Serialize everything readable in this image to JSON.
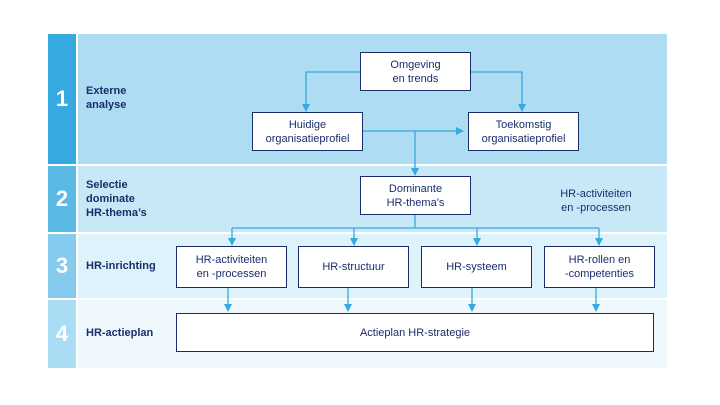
{
  "rows": [
    {
      "number": "1",
      "label": "Externe\nanalyse"
    },
    {
      "number": "2",
      "label": "Selectie\ndominate\nHR-thema’s"
    },
    {
      "number": "3",
      "label": "HR-inrichting"
    },
    {
      "number": "4",
      "label": "HR-actieplan"
    }
  ],
  "boxes": {
    "omgeving": "Omgeving\nen trends",
    "huidige": "Huidige\norganisatieprofiel",
    "toekomstig": "Toekomstig\norganisatieprofiel",
    "dominante": "Dominante\nHR-thema’s",
    "activiteiten": "HR-activiteiten\nen -processen",
    "structuur": "HR-structuur",
    "systeem": "HR-systeem",
    "rollen": "HR-rollen en\n-competenties",
    "actieplan": "Actieplan HR-strategie"
  },
  "side_note": "HR-activiteiten\nen -processen",
  "colors": {
    "row1_band": "#aedcf3",
    "row2_band": "#c7e8f7",
    "row3_band": "#def2fb",
    "row4_band": "#eef8fd",
    "row1_num": "#36a9e1",
    "row2_num": "#5bb9e6",
    "row3_num": "#84cbed",
    "row4_num": "#aadcf3",
    "arrow": "#36a9e1",
    "text": "#1a2d6b"
  }
}
